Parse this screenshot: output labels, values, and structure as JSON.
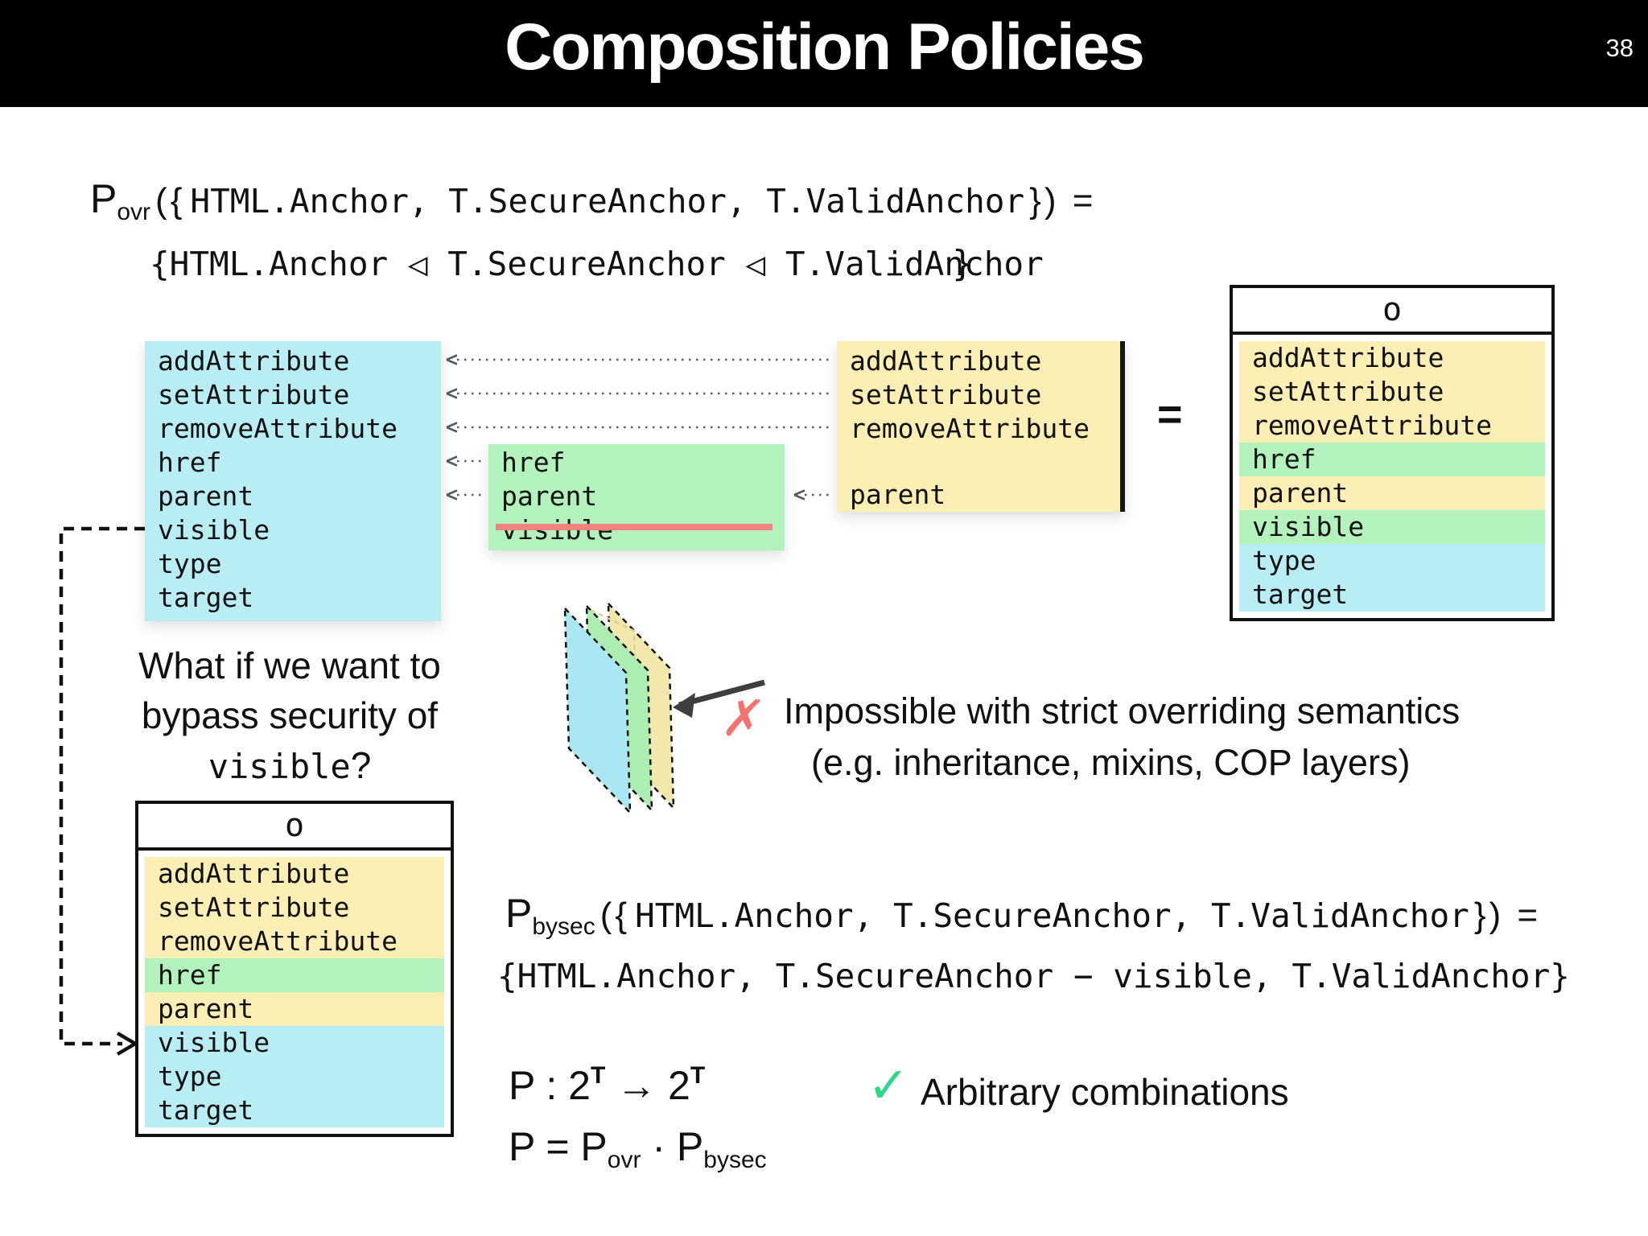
{
  "header": {
    "title": "Composition Policies",
    "slide_number": "38"
  },
  "formula_povr": {
    "p": "P",
    "sub": "ovr",
    "open": "({",
    "args": "HTML.Anchor, T.SecureAnchor, T.ValidAnchor",
    "close": "}) =",
    "result_pre": "{HTML.Anchor ◁ T.SecureAnchor ◁ T.ValidAn",
    "result_brace": "}",
    "result_post": "chor"
  },
  "trait_boxes": {
    "html_anchor": {
      "methods": [
        "addAttribute",
        "setAttribute",
        "removeAttribute",
        "href",
        "parent",
        "visible",
        "type",
        "target"
      ]
    },
    "secure_anchor": {
      "methods": [
        "href",
        "parent",
        "visible"
      ],
      "struck_method": "visible"
    },
    "valid_anchor": {
      "methods_top": [
        "addAttribute",
        "setAttribute",
        "removeAttribute"
      ],
      "method_bottom": "parent"
    }
  },
  "equals_sign": "=",
  "result_box_top": {
    "title": "o",
    "rows": [
      {
        "label": "addAttribute",
        "origin": "y"
      },
      {
        "label": "setAttribute",
        "origin": "y"
      },
      {
        "label": "removeAttribute",
        "origin": "y"
      },
      {
        "label": "href",
        "origin": "g"
      },
      {
        "label": "parent",
        "origin": "y"
      },
      {
        "label": "visible",
        "origin": "g"
      },
      {
        "label": "type",
        "origin": "c"
      },
      {
        "label": "target",
        "origin": "c"
      }
    ]
  },
  "question": {
    "line1": "What if we want to",
    "line2": "bypass security of",
    "code": "visible",
    "suffix": "?"
  },
  "result_box_bottom": {
    "title": "o",
    "rows": [
      {
        "label": "addAttribute",
        "origin": "y"
      },
      {
        "label": "setAttribute",
        "origin": "y"
      },
      {
        "label": "removeAttribute",
        "origin": "y"
      },
      {
        "label": "href",
        "origin": "g"
      },
      {
        "label": "parent",
        "origin": "y"
      },
      {
        "label": "visible",
        "origin": "c"
      },
      {
        "label": "type",
        "origin": "c"
      },
      {
        "label": "target",
        "origin": "c"
      }
    ]
  },
  "impossible_note": {
    "mark": "✗",
    "line1": "Impossible with strict overriding semantics",
    "line2": "(e.g. inheritance, mixins, COP layers)"
  },
  "formula_pbysec": {
    "p": "P",
    "sub": "bysec",
    "open": "({",
    "args": "HTML.Anchor, T.SecureAnchor, T.ValidAnchor",
    "close": "}) =",
    "result": "{HTML.Anchor, T.SecureAnchor − visible, T.ValidAnchor}"
  },
  "signature": {
    "pre": "P : 2",
    "sup1": "T",
    "mid": " → 2",
    "sup2": "T"
  },
  "composition": {
    "a": "P = P",
    "sub1": "ovr",
    "b": " · P",
    "sub2": "bysec"
  },
  "arbitrary_note": {
    "mark": "✓",
    "text": "Arbitrary combinations"
  },
  "colors": {
    "html_anchor": "#b9edf4",
    "secure_anchor": "#b4f2bd",
    "valid_anchor": "#fbefb6",
    "strike_line": "#f3817c",
    "cross_mark": "#f4736e",
    "check_mark": "#2cd98a",
    "dotted_arrow": "#5a5a5a"
  }
}
